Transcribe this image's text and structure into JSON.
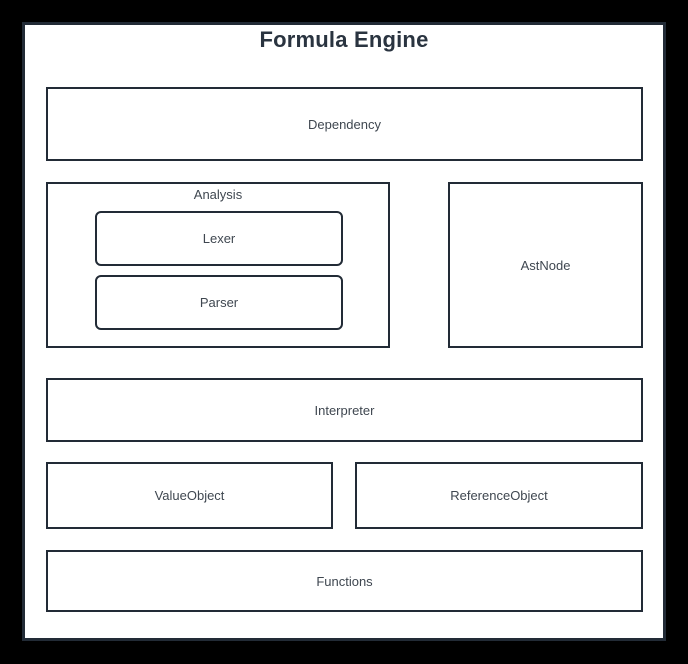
{
  "title": "Formula Engine",
  "colors": {
    "page_bg": "#000000",
    "panel_bg": "#ffffff",
    "border": "#222b36",
    "title_text": "#2a3440",
    "label_text": "#3f4750"
  },
  "nodes": {
    "dependency": {
      "label": "Dependency"
    },
    "analysis": {
      "label": "Analysis"
    },
    "lexer": {
      "label": "Lexer"
    },
    "parser": {
      "label": "Parser"
    },
    "astnode": {
      "label": "AstNode"
    },
    "interpreter": {
      "label": "Interpreter"
    },
    "valueobject": {
      "label": "ValueObject"
    },
    "referenceobject": {
      "label": "ReferenceObject"
    },
    "functions": {
      "label": "Functions"
    }
  }
}
